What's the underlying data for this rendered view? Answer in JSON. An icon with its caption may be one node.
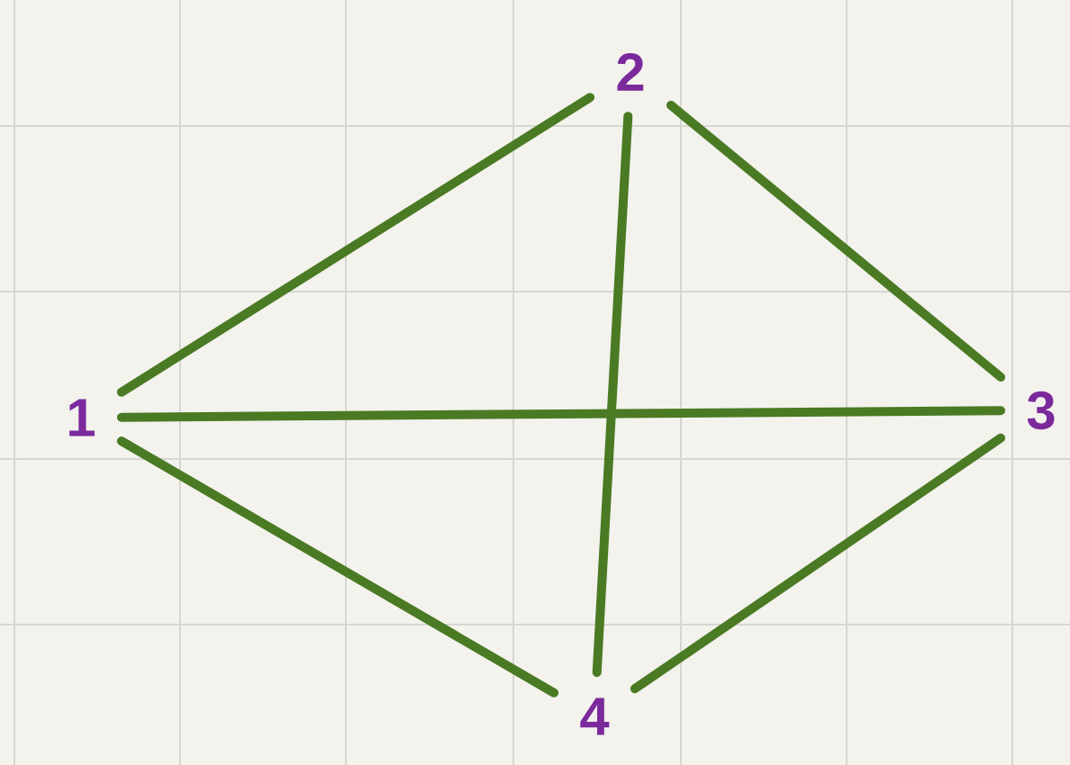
{
  "diagram": {
    "nodes": [
      {
        "text": [
          "1"
        ]
      },
      {
        "text": [
          "2"
        ]
      },
      {
        "text": [
          "3"
        ]
      },
      {
        "text": [
          "4"
        ]
      }
    ],
    "edges": [
      {
        "from": 0,
        "to": 1,
        "arrow": "none"
      },
      {
        "from": 1,
        "to": 2,
        "arrow": "none"
      },
      {
        "from": 0,
        "to": 2,
        "arrow": "none"
      },
      {
        "from": 1,
        "to": 3,
        "arrow": "none"
      },
      {
        "from": 0,
        "to": 3,
        "arrow": "none"
      },
      {
        "from": 2,
        "to": 3,
        "arrow": "none"
      }
    ]
  }
}
